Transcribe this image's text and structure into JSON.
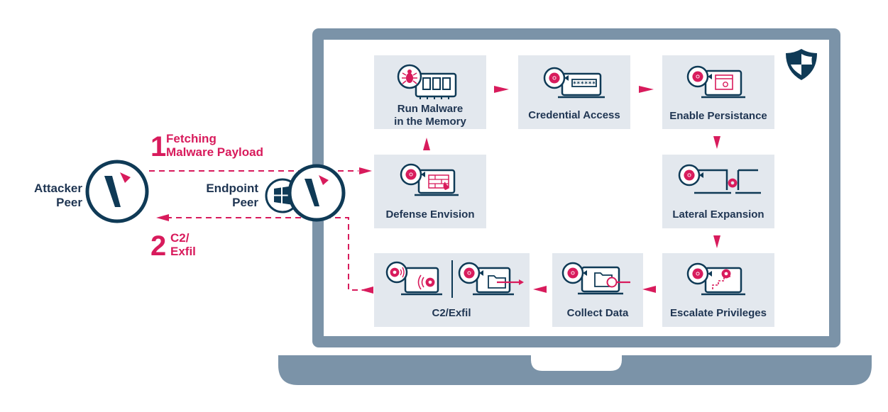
{
  "colors": {
    "navy": "#0f3a56",
    "pink": "#d81b5c",
    "slate": "#7b93a8",
    "box": "#e3e8ee",
    "text": "#1f3552"
  },
  "attacker": {
    "line1": "Attacker",
    "line2": "Peer",
    "icon": "v-logo-icon"
  },
  "endpoint": {
    "line1": "Endpoint",
    "line2": "Peer",
    "icon": "windows-icon"
  },
  "flows": {
    "fetch": {
      "number": "1",
      "line1": "Fetching",
      "line2": "Malware Payload"
    },
    "exfil": {
      "number": "2",
      "line1": "C2/",
      "line2": "Exfil"
    }
  },
  "steps": {
    "run_malware": {
      "line1": "Run Malware",
      "line2": "in the Memory",
      "icon": "bug-memory-icon"
    },
    "credential_access": {
      "label": "Credential Access",
      "icon": "password-icon"
    },
    "enable_persistance": {
      "label": "Enable Persistance",
      "icon": "calendar-settings-icon"
    },
    "defense_envision": {
      "label": "Defense Envision",
      "icon": "firewall-icon"
    },
    "lateral_expansion": {
      "label": "Lateral Expansion",
      "icon": "lateral-network-icon"
    },
    "escalate_privileges": {
      "label": "Escalate Privileges",
      "icon": "stairs-icon"
    },
    "collect_data": {
      "label": "Collect Data",
      "icon": "folder-search-icon"
    },
    "c2_exfil": {
      "label": "C2/Exfil",
      "icon": "signal-folder-icon"
    }
  },
  "shield": {
    "icon": "shield-icon"
  }
}
